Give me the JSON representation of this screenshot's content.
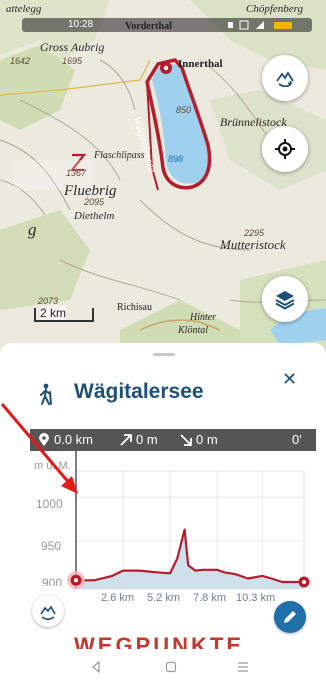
{
  "status": {
    "time": "10:28"
  },
  "map": {
    "labels": {
      "top_left": "attelegg",
      "vorderthal": "Vorderthal",
      "top_right": "Chöpfenberg",
      "gross_aubrig": "Gross Aubrig",
      "innerthal": "Innerthal",
      "lake": "Wägitalersee",
      "brunnenstock": "Brünnelistock",
      "flaschlipass": "Flaschlipass",
      "fluebrig": "Fluebrig",
      "diethelm": "Diethelm",
      "mutteristock": "Mutteristock",
      "richisau": "Richisau",
      "hinter": "Hinter",
      "klontal": "Klöntal",
      "g": "g"
    },
    "numbers": {
      "n1642": "1642",
      "n1695": "1695",
      "n1367": "1367",
      "n2095": "2095",
      "n2295": "2295",
      "n850": "850",
      "n898": "898",
      "n2073": "2073",
      "n1147": "1147"
    },
    "scale": "2 km"
  },
  "route": {
    "title": "Wägitalersee",
    "stats": {
      "distance": "0.0 km",
      "ascent": "0 m",
      "descent": "0 m",
      "time": "0'"
    }
  },
  "chart_data": {
    "type": "area",
    "ylabel": "m ü. M.",
    "y_ticks": [
      1000,
      950,
      900
    ],
    "x_ticks": [
      "2.6 km",
      "5.2 km",
      "7.8 km",
      "10.3 km"
    ],
    "ylim": [
      895,
      1030
    ],
    "xlim": [
      0,
      12.6
    ],
    "x": [
      0,
      0.4,
      1.0,
      2.0,
      2.6,
      3.5,
      4.5,
      5.2,
      5.6,
      6.0,
      6.2,
      6.6,
      7.0,
      7.8,
      8.2,
      8.8,
      9.5,
      10.3,
      10.8,
      11.4,
      12.0,
      12.6
    ],
    "y": [
      905,
      905,
      905,
      910,
      916,
      916,
      914,
      913,
      930,
      963,
      922,
      916,
      917,
      917,
      914,
      912,
      907,
      910,
      907,
      903,
      903,
      903
    ]
  },
  "section": {
    "heading": "WEGPUNKTE"
  }
}
